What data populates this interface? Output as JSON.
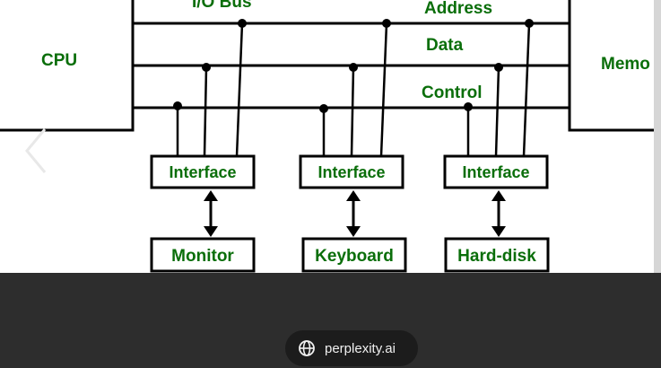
{
  "diagram": {
    "cpu_label": "CPU",
    "memory_label": "Memo",
    "bus_label": "I/O Bus",
    "address_label": "Address",
    "data_label": "Data",
    "control_label": "Control",
    "interfaces": [
      "Interface",
      "Interface",
      "Interface"
    ],
    "devices": [
      "Monitor",
      "Keyboard",
      "Hard-disk"
    ]
  },
  "viewer": {
    "source_label": "perplexity.ai"
  },
  "colors": {
    "label_text": "#0a6e0a",
    "lines": "#000000",
    "bottom_bar": "#2d2d2d",
    "chip_bg": "#1c1c1c"
  }
}
